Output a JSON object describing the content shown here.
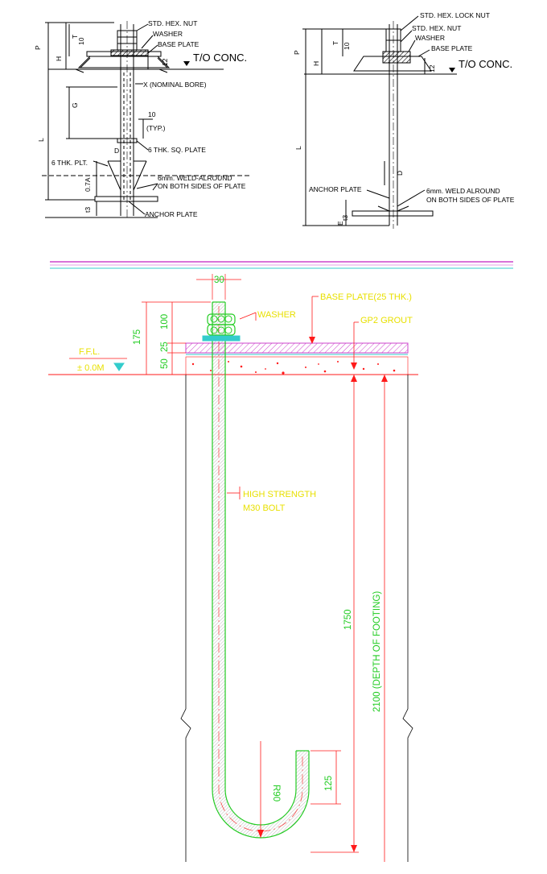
{
  "detail_a": {
    "std_hex_nut": "STD. HEX. NUT",
    "washer": "WASHER",
    "base_plate": "BASE PLATE",
    "to_conc": "T/O CONC.",
    "nominal_bore": "X (NOMINAL BORE)",
    "typ_value": "10",
    "typ": "(TYP.)",
    "sq_plate": "6 THK. SQ. PLATE",
    "thk_plt": "6 THK. PLT.",
    "weld_1": "6mm. WELD-ALROUND",
    "weld_2": "ON BOTH SIDES OF PLATE",
    "anchor_plate": "ANCHOR PLATE",
    "dim_p": "P",
    "dim_t": "T",
    "dim_10": "10",
    "dim_h": "H",
    "dim_12": "12",
    "dim_g": "G",
    "dim_l": "L",
    "dim_d": "D",
    "dim_07a": "0.7A",
    "dim_t3": "t3"
  },
  "detail_b": {
    "lock_nut": "STD. HEX. LOCK NUT",
    "std_hex_nut": "STD. HEX. NUT",
    "washer": "WASHER",
    "base_plate": "BASE PLATE",
    "to_conc": "T/O CONC.",
    "anchor_plate": "ANCHOR PLATE",
    "weld_1": "6mm. WELD ALROUND",
    "weld_2": "ON BOTH SIDES OF PLATE",
    "dim_p": "P",
    "dim_t": "T",
    "dim_10": "10",
    "dim_h": "H",
    "dim_12": "12",
    "dim_l": "L",
    "dim_d": "D",
    "dim_t3": "t3",
    "dim_e": "E"
  },
  "detail_c": {
    "dim_30": "30",
    "washer": "WASHER",
    "base_plate": "BASE PLATE(25 THK.)",
    "grout": "GP2 GROUT",
    "ffl": "F.F.L.",
    "level": "± 0.0M",
    "dim_175": "175",
    "dim_100": "100",
    "dim_25": "25",
    "dim_50": "50",
    "bolt_1": "HIGH STRENGTH",
    "bolt_2": "M30 BOLT",
    "dim_1750": "1750",
    "depth": "2100 (DEPTH OF FOOTING)",
    "radius": "R90",
    "dim_125": "125"
  },
  "colors": {
    "ink": "#000000",
    "red": "#ff1a1a",
    "yellow": "#e8e000",
    "green": "#22cc22",
    "magenta": "#cc44cc",
    "cyan": "#33cccc"
  }
}
